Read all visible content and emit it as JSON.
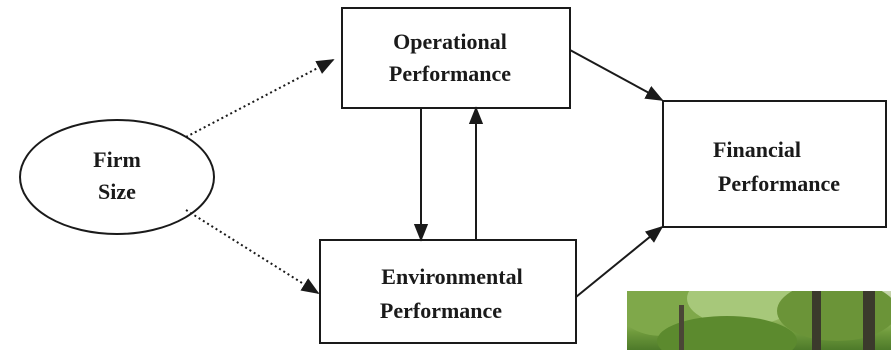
{
  "nodes": {
    "firm_size": {
      "line1": "Firm",
      "line2": "Size"
    },
    "operational": {
      "line1": "Operational",
      "line2": "Performance"
    },
    "environmental": {
      "line1": "Environmental",
      "line2": "Performance"
    },
    "financial": {
      "line1": "Financial",
      "line2": "Performance"
    }
  },
  "colors": {
    "stroke": "#1a1a1a",
    "text": "#1a1a1a",
    "background": "#ffffff"
  },
  "edges": [
    {
      "from": "firm_size",
      "to": "operational",
      "style": "dotted"
    },
    {
      "from": "firm_size",
      "to": "environmental",
      "style": "dotted"
    },
    {
      "from": "operational",
      "to": "environmental",
      "style": "solid"
    },
    {
      "from": "environmental",
      "to": "operational",
      "style": "solid"
    },
    {
      "from": "operational",
      "to": "financial",
      "style": "solid"
    },
    {
      "from": "environmental",
      "to": "financial",
      "style": "solid"
    }
  ],
  "photo": {
    "icon": "forest-photo"
  }
}
